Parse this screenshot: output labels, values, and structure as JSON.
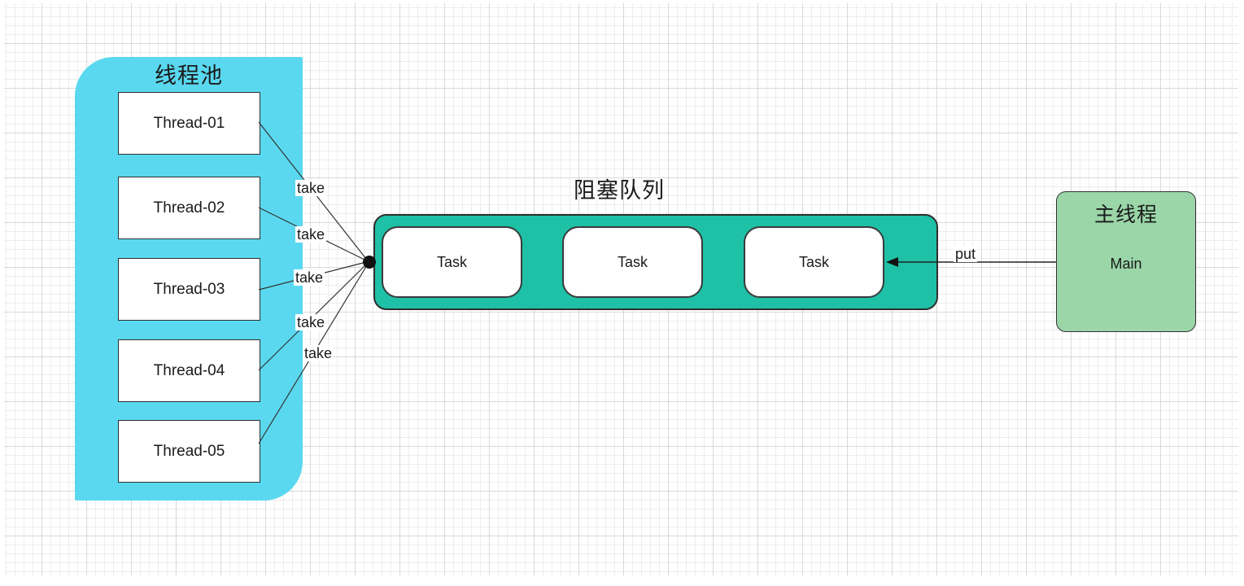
{
  "pool": {
    "title": "线程池",
    "threads": [
      "Thread-01",
      "Thread-02",
      "Thread-03",
      "Thread-04",
      "Thread-05"
    ]
  },
  "queue": {
    "title": "阻塞队列",
    "tasks": [
      "Task",
      "Task",
      "Task"
    ]
  },
  "main": {
    "title": "主线程",
    "label": "Main"
  },
  "edges": {
    "take": [
      "take",
      "take",
      "take",
      "take",
      "take"
    ],
    "put": "put"
  },
  "colors": {
    "pool_fill": "#5ad8ef",
    "queue_fill": "#1ec0a6",
    "main_fill": "#9ad6a8",
    "shape_border": "#2e2e2e",
    "edge_line": "#333333",
    "grid_minor": "#ededed",
    "grid_major": "#d9d9d9",
    "text": "#1a1a1a"
  }
}
